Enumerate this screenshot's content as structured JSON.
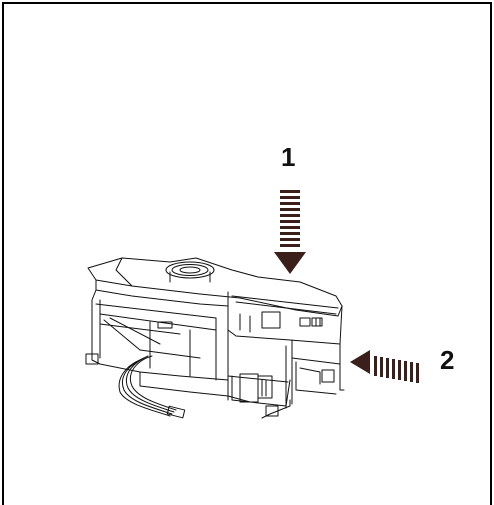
{
  "diagram": {
    "steps": [
      {
        "label": "1",
        "direction": "down"
      },
      {
        "label": "2",
        "direction": "left"
      }
    ],
    "colors": {
      "line": "#111111",
      "arrow": "#3a1f1a",
      "background": "#ffffff"
    }
  }
}
